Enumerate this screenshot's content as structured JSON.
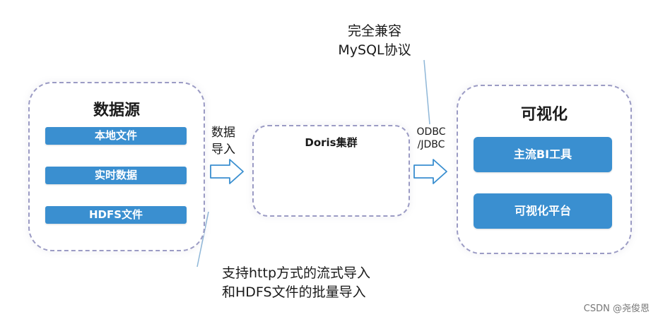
{
  "source_panel": {
    "title": "数据源",
    "items": [
      "本地文件",
      "实时数据",
      "HDFS文件"
    ]
  },
  "import_label": "数据\n导入",
  "doris_panel": {
    "title": "Doris集群"
  },
  "odbc_label": "ODBC\n/JDBC",
  "mysql_note": "完全兼容\nMySQL协议",
  "import_note": "支持http方式的流式导入\n和HDFS文件的批量导入",
  "viz_panel": {
    "title": "可视化",
    "items": [
      "主流BI工具",
      "可视化平台"
    ]
  },
  "watermark": "CSDN @尧俊恩",
  "colors": {
    "box_blue": "#3a8fd0",
    "cylinder_blue": "#3a8fd0",
    "dashed_border": "#9b9bc4"
  }
}
